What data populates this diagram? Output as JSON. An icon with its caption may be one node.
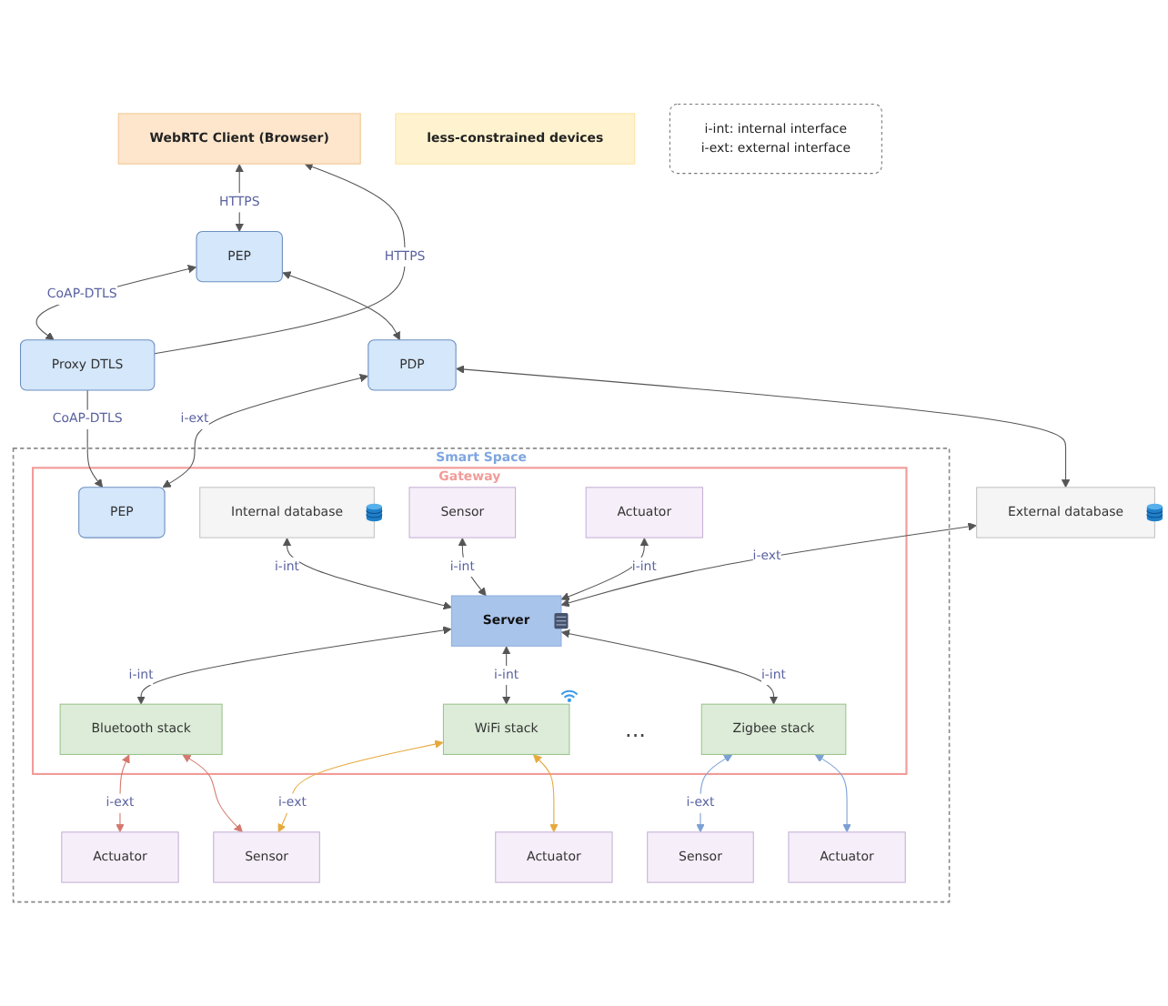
{
  "diagram": {
    "nodes": [
      {
        "text": [
          "WebRTC Client (Browser)"
        ]
      },
      {
        "text": [
          "PEP"
        ]
      },
      {
        "text": [
          "less-constrained devices"
        ]
      },
      {
        "text": [
          "Proxy DTLS"
        ]
      },
      {
        "text": [
          "PDP"
        ]
      },
      {
        "text": [
          "External database"
        ]
      },
      {
        "text": [
          "Smart Space"
        ]
      },
      {
        "text": [
          "Gateway"
        ],
        "in": 6
      },
      {
        "text": [
          "PEP"
        ],
        "in": 7
      },
      {
        "text": [
          "Server"
        ],
        "in": 7
      },
      {
        "text": [
          "Internal database"
        ],
        "in": 7
      },
      {
        "text": [
          "Sensor"
        ],
        "in": 7
      },
      {
        "text": [
          "Actuator"
        ],
        "in": 7
      },
      {
        "text": [
          "Bluetooth stack"
        ],
        "in": 7
      },
      {
        "text": [
          "WiFi stack"
        ],
        "in": 7
      },
      {
        "text": [
          "Zigbee stack"
        ],
        "in": 7
      },
      {
        "text": [
          "Actuator"
        ],
        "in": 6
      },
      {
        "text": [
          "Sensor"
        ],
        "in": 6
      },
      {
        "text": [
          "Actuator"
        ],
        "in": 6
      },
      {
        "text": [
          "Sensor"
        ],
        "in": 6
      },
      {
        "text": [
          "Actuator"
        ],
        "in": 6
      },
      {
        "text": [
          "i-int: internal interface",
          "i-ext: external interface"
        ]
      }
    ],
    "edges": [
      {
        "from": 0,
        "to": 1,
        "arrow": "both",
        "label": "HTTPS"
      },
      {
        "from": 1,
        "to": 3,
        "arrow": "both",
        "label": "CoAP-DTLS"
      },
      {
        "from": 3,
        "to": 0,
        "arrow": "to",
        "label": "HTTPS"
      },
      {
        "from": 1,
        "to": 4,
        "arrow": "both"
      },
      {
        "from": 3,
        "to": 8,
        "arrow": "to",
        "label": "CoAP-DTLS"
      },
      {
        "from": 4,
        "to": 8,
        "arrow": "both",
        "label": "i-ext"
      },
      {
        "from": 4,
        "to": 5,
        "arrow": "both"
      },
      {
        "from": 5,
        "to": 9,
        "arrow": "both",
        "label": "i-ext"
      },
      {
        "from": 11,
        "to": 9,
        "arrow": "both",
        "label": "i-int"
      },
      {
        "from": 12,
        "to": 9,
        "arrow": "both",
        "label": "i-int"
      },
      {
        "from": 10,
        "to": 9,
        "arrow": "both",
        "label": "i-int"
      },
      {
        "from": 9,
        "to": 13,
        "arrow": "both",
        "label": "i-int"
      },
      {
        "from": 9,
        "to": 14,
        "arrow": "both",
        "label": "i-int"
      },
      {
        "from": 9,
        "to": 15,
        "arrow": "both",
        "label": "i-int"
      },
      {
        "from": 13,
        "to": 16,
        "arrow": "both",
        "label": "i-ext",
        "color": "#d4786e"
      },
      {
        "from": 13,
        "to": 17,
        "arrow": "both",
        "color": "#d4786e"
      },
      {
        "from": 14,
        "to": 17,
        "arrow": "both",
        "label": "i-ext",
        "color": "#e6a93c"
      },
      {
        "from": 14,
        "to": 18,
        "arrow": "both",
        "color": "#e6a93c"
      },
      {
        "from": 15,
        "to": 19,
        "arrow": "both",
        "label": "i-ext",
        "color": "#7a9fd4"
      },
      {
        "from": 15,
        "to": 20,
        "arrow": "both",
        "color": "#7a9fd4"
      }
    ],
    "labels": [
      "..."
    ]
  }
}
